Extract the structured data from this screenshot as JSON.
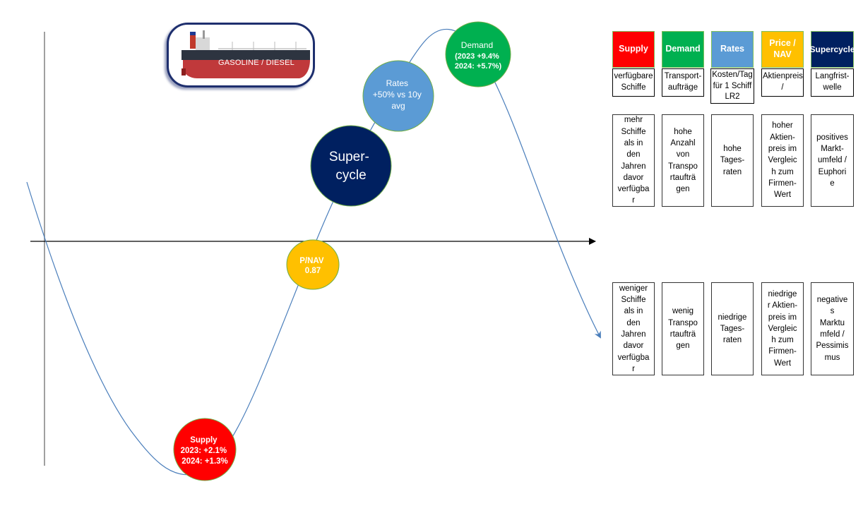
{
  "ship_badge": {
    "label": "GASOLINE / DIESEL",
    "icon": "tanker-ship-icon"
  },
  "cycle_nodes": {
    "supply": {
      "title": "Supply",
      "lines": [
        "Supply",
        "2023: +2.1%",
        "2024: +1.3%"
      ],
      "color": "#ff0000"
    },
    "pnav": {
      "title": "P/NAV",
      "lines": [
        "P/NAV",
        "0.87"
      ],
      "color": "#ffc000"
    },
    "supercycle": {
      "title": "Super-cycle",
      "lines": [
        "Super-",
        "cycle"
      ],
      "color": "#002060"
    },
    "rates": {
      "title": "Rates",
      "lines": [
        "Rates",
        "+50% vs 10y",
        "avg"
      ],
      "color": "#5b9bd5"
    },
    "demand": {
      "title": "Demand",
      "lines": [
        "Demand",
        "(2023 +9.4%",
        "2024: +5.7%)"
      ],
      "color": "#00b050"
    }
  },
  "legend": {
    "columns": [
      {
        "header": "Supply",
        "color": "#ff0000",
        "definition": "verfügbare\nSchiffe",
        "high": "mehr\nSchiffe\nals in\nden\nJahren\ndavor\nverfügba\nr",
        "low": "weniger\nSchiffe\nals in\nden\nJahren\ndavor\nverfügba\nr"
      },
      {
        "header": "Demand",
        "color": "#00b050",
        "definition": "Transport-\naufträge",
        "high": "hohe\nAnzahl\nvon\nTranspo\nrtaufträ\ngen",
        "low": "wenig\nTranspo\nrtaufträ\ngen"
      },
      {
        "header": "Rates",
        "color": "#5b9bd5",
        "definition": "Kosten/Tag\nfür 1 Schiff\nLR2",
        "high": "hohe\nTages-\nraten",
        "low": "niedrige\nTages-\nraten"
      },
      {
        "header": "Price /\nNAV",
        "color": "#ffc000",
        "definition": "Aktienpreis\n/",
        "high": "hoher\nAktien-\npreis im\nVergleic\nh zum\nFirmen-\nWert",
        "low": "niedrige\nr Aktien-\npreis im\nVergleic\nh zum\nFirmen-\nWert"
      },
      {
        "header": "Supercycle",
        "color": "#002060",
        "definition": "Langfrist-\nwelle",
        "high": "positives\nMarkt-\numfeld /\nEuphori\ne",
        "low": "negative\ns\nMarktu\nmfeld /\nPessimis\nmus"
      }
    ]
  },
  "colors": {
    "curve": "#4a7ebb",
    "axis": "#000000"
  }
}
